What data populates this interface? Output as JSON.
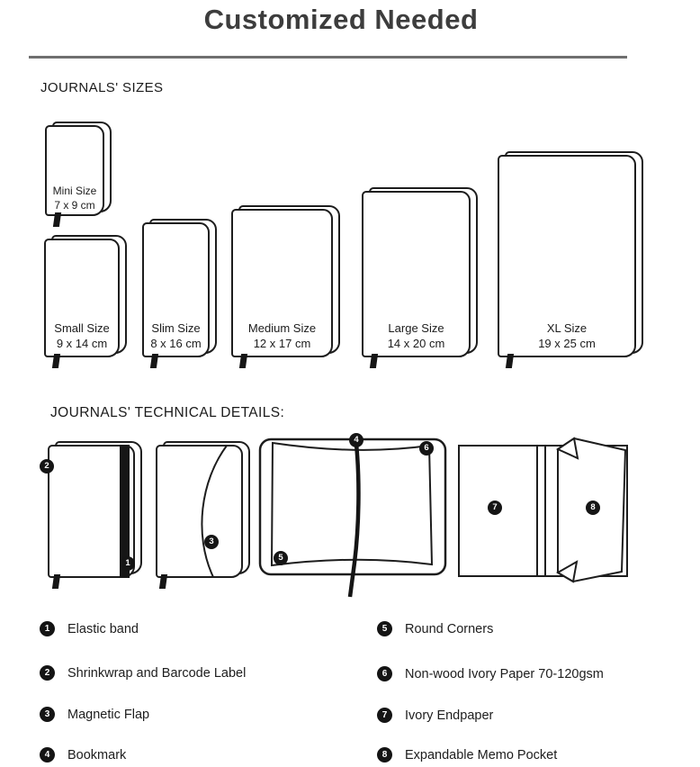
{
  "title": "Customized Needed",
  "sections": {
    "sizes_heading": "JOURNALS' SIZES",
    "details_heading": "JOURNALS' TECHNICAL DETAILS:"
  },
  "journal_sizes": [
    {
      "name": "Mini Size",
      "dimensions": "7 x 9 cm"
    },
    {
      "name": "Small Size",
      "dimensions": "9 x 14 cm"
    },
    {
      "name": "Slim Size",
      "dimensions": "8 x 16 cm"
    },
    {
      "name": "Medium Size",
      "dimensions": "12 x 17 cm"
    },
    {
      "name": "Large Size",
      "dimensions": "14 x 20 cm"
    },
    {
      "name": "XL Size",
      "dimensions": "19 x 25 cm"
    }
  ],
  "technical_markers": {
    "elastic_band": "1",
    "shrinkwrap": "2",
    "magnetic_flap": "3",
    "bookmark": "4",
    "round_corners": "5",
    "ivory_paper": "6",
    "ivory_endpaper": "7",
    "memo_pocket": "8"
  },
  "legend": {
    "left": [
      {
        "num": "1",
        "label": "Elastic band"
      },
      {
        "num": "2",
        "label": "Shrinkwrap and Barcode Label"
      },
      {
        "num": "3",
        "label": "Magnetic Flap"
      },
      {
        "num": "4",
        "label": "Bookmark"
      }
    ],
    "right": [
      {
        "num": "5",
        "label": "Round Corners"
      },
      {
        "num": "6",
        "label": "Non-wood Ivory Paper 70-120gsm"
      },
      {
        "num": "7",
        "label": "Ivory Endpaper"
      },
      {
        "num": "8",
        "label": "Expandable Memo Pocket"
      }
    ]
  },
  "colors": {
    "line": "#1d1d1d",
    "title": "#3d3d3d",
    "divider": "#6f6f6f"
  }
}
